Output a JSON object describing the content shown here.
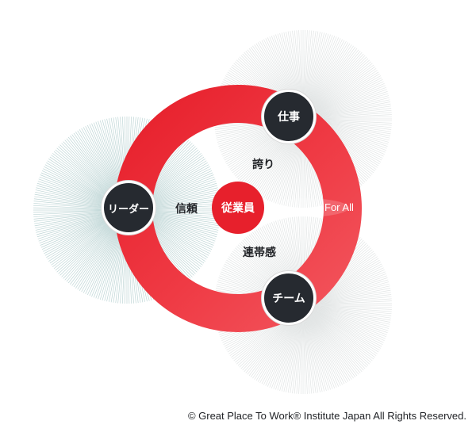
{
  "nodes": {
    "work": "仕事",
    "leader": "リーダー",
    "team": "チーム",
    "employee": "従業員"
  },
  "relations": {
    "pride": "誇り",
    "trust": "信頼",
    "camaraderie": "連帯感"
  },
  "ring_label": "For All",
  "copyright": "© Great Place To Work® Institute Japan All Rights Reserved.",
  "colors": {
    "ring_red": "#e7202c",
    "node_dark": "#262a30",
    "sunburst_grey": "#c9cfcf",
    "sunburst_teal": "#a9c8c8"
  }
}
